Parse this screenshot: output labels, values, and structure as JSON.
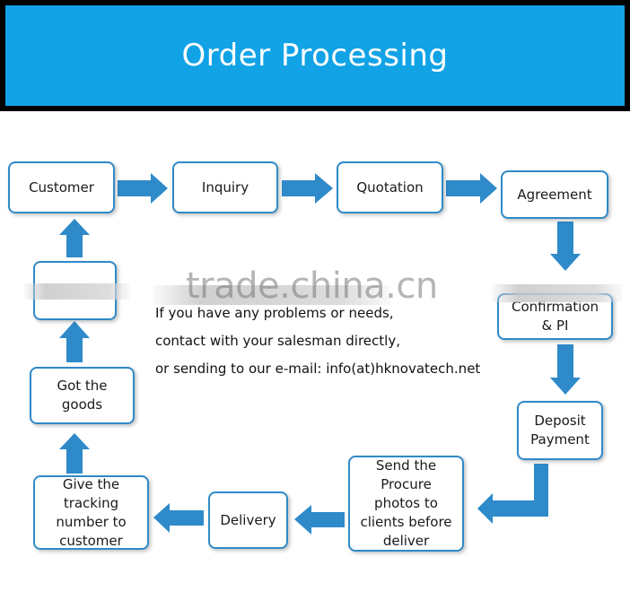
{
  "header": {
    "title": "Order Processing"
  },
  "steps": {
    "customer": "Customer",
    "inquiry": "Inquiry",
    "quotation": "Quotation",
    "agreement": "Agreement",
    "confirmation": "Confirmation\n& PI",
    "deposit": "Deposit\nPayment",
    "procure": "Send the\nProcure\nphotos to\nclients before\ndeliver",
    "delivery": "Delivery",
    "tracking": "Give the\ntracking\nnumber to\ncustomer",
    "goods": "Got the\ngoods"
  },
  "note": {
    "line1": "If you have any problems or needs,",
    "line2": "contact with your salesman directly,",
    "line3": "or sending to our e-mail: info(at)hknovatech.net"
  },
  "watermark": "trade.china.cn",
  "colors": {
    "header_bg": "#11a3e6",
    "arrow": "#2f8ac9",
    "border": "#2f8ac9"
  }
}
